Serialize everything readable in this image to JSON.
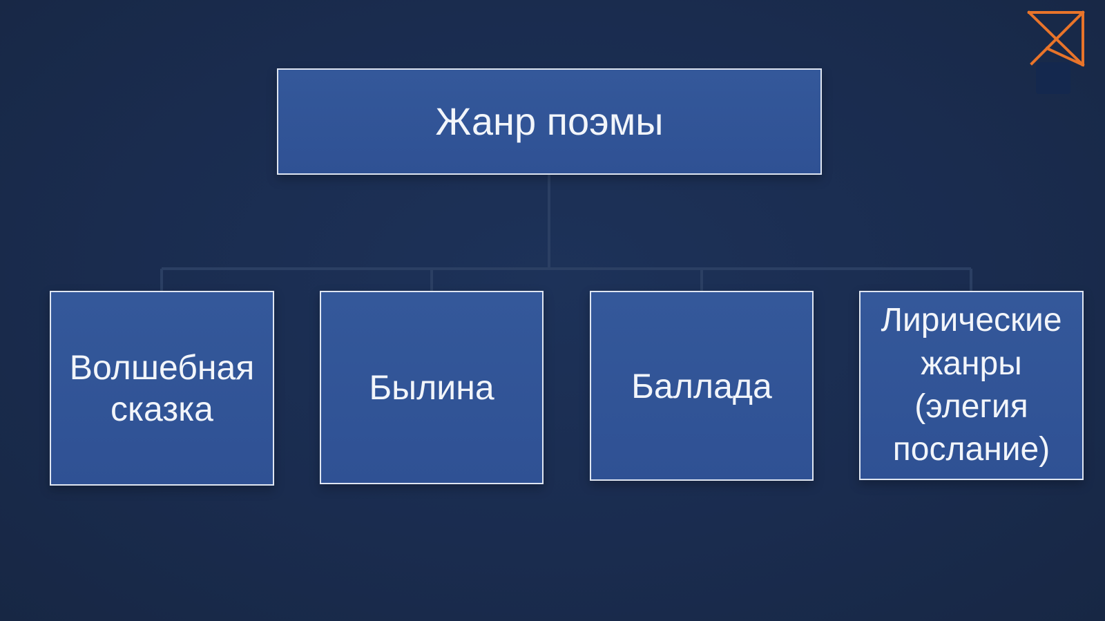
{
  "diagram": {
    "root": {
      "label": "Жанр поэмы"
    },
    "children": [
      {
        "label": "Волшебная сказка"
      },
      {
        "label": "Былина"
      },
      {
        "label": "Баллада"
      },
      {
        "label": "Лирические жанры (элегия послание)"
      }
    ]
  },
  "colors": {
    "background": "#1a2c4f",
    "box_fill": "#34589a",
    "box_border": "#dfe6f2",
    "connector": "#2b3f63",
    "logo": "#e8742a"
  },
  "logo": {
    "icon": "envelope-x-icon"
  }
}
